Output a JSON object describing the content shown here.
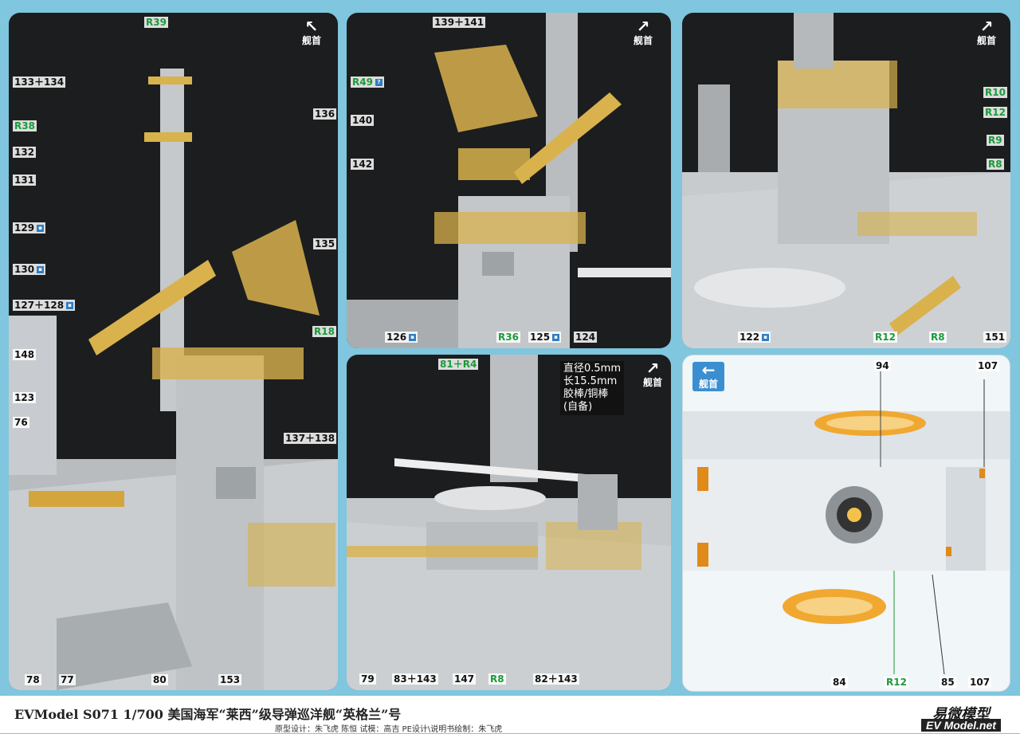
{
  "bow_label": "舰首",
  "panels": {
    "p1": {
      "labels": [
        "R39",
        "133＋134",
        "R38",
        "136",
        "132",
        "131",
        "129",
        "130",
        "135",
        "127＋128",
        "R18",
        "148",
        "123",
        "137＋138",
        "76",
        "78",
        "77",
        "80",
        "153"
      ]
    },
    "p2": {
      "labels": [
        "139＋141",
        "R49",
        "140",
        "142",
        "126",
        "R36",
        "125",
        "124"
      ]
    },
    "p3": {
      "labels": [
        "R10",
        "R12",
        "R9",
        "R8",
        "122",
        "R12",
        "R8",
        "151"
      ]
    },
    "p4": {
      "labels": [
        "81＋R4",
        "79",
        "83＋143",
        "147",
        "R8",
        "82＋143"
      ],
      "note": [
        "直径0.5mm",
        "长15.5mm",
        "胶棒/铜棒",
        "(自备)"
      ]
    },
    "p5": {
      "labels": [
        "94",
        "107",
        "84",
        "R12",
        "85",
        "107"
      ]
    }
  },
  "footer": {
    "title": "EVModel S071 1/700 美国海军“莱西”级导弹巡洋舰“英格兰”号",
    "credits": "原型设计：朱飞虎 陈恒  试模：高吉  PE设计\\说明书绘制：朱飞虎",
    "brand": "易微模型",
    "site": "EV Model.net"
  }
}
